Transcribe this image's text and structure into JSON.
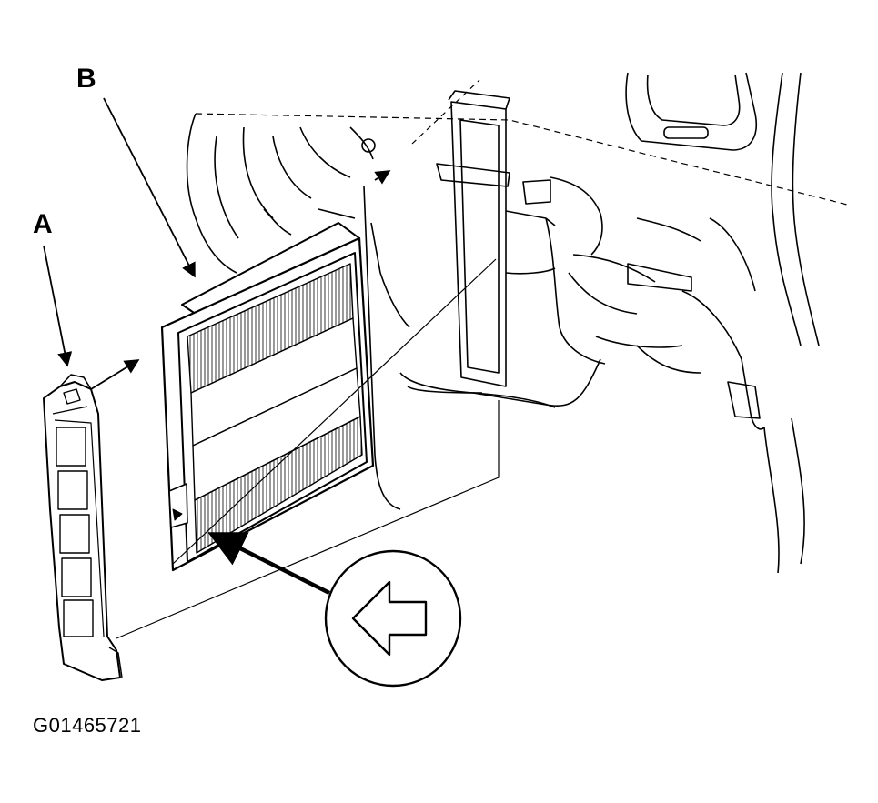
{
  "callouts": {
    "a": "A",
    "b": "B"
  },
  "figure_id": "G01465721",
  "colors": {
    "line": "#000000",
    "background": "#ffffff"
  },
  "icons": {
    "direction_indicator": "left-arrow-in-circle-icon"
  }
}
